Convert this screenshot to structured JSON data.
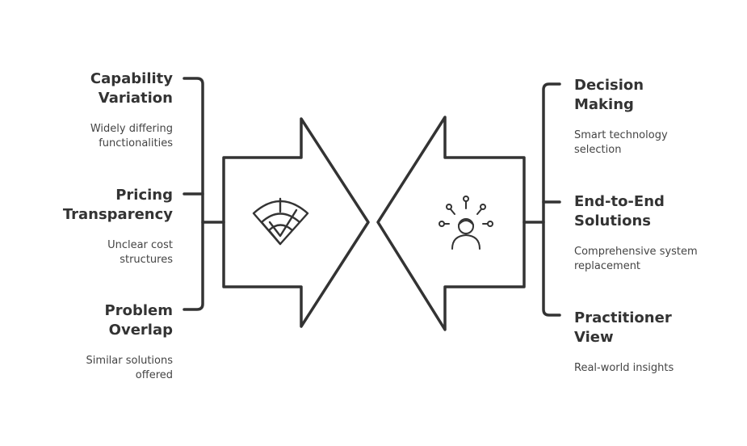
{
  "left_items": [
    {
      "title": "Capability\nVariation",
      "description": "Widely differing\nfunctionalities"
    },
    {
      "title": "Pricing\nTransparency",
      "description": "Unclear cost\nstructures"
    },
    {
      "title": "Problem\nOverlap",
      "description": "Similar solutions\noffered"
    }
  ],
  "right_items": [
    {
      "title": "Decision\nMaking",
      "description": "Smart technology\nselection"
    },
    {
      "title": "End-to-End\nSolutions",
      "description": "Comprehensive system\nreplacement"
    },
    {
      "title": "Practitioner\nView",
      "description": "Real-world insights"
    }
  ],
  "icons": {
    "left_arrow_icon": "radar-chart-icon",
    "right_arrow_icon": "person-ideas-icon"
  },
  "colors": {
    "stroke": "#333333",
    "text": "#333333"
  }
}
